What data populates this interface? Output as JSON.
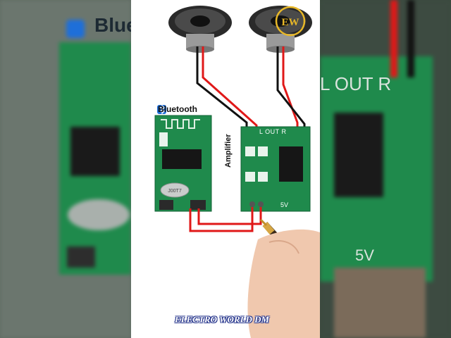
{
  "diagram": {
    "bluetooth_label": "Bluetooth",
    "amplifier_label": "Amplifier",
    "amp_output_label": "L OUT R",
    "amp_power_label": "5V",
    "watermark": "ELECTRO WORLD DM",
    "logo_text": "EW",
    "chip_marking": "J00T7"
  },
  "background": {
    "left_text": "Blue",
    "right_text": "L OUT R",
    "right_power": "5V"
  },
  "colors": {
    "pcb_green": "#1f8a4c",
    "wire_red": "#e01818",
    "wire_black": "#111111",
    "bluetooth_blue": "#1e6fd9"
  }
}
